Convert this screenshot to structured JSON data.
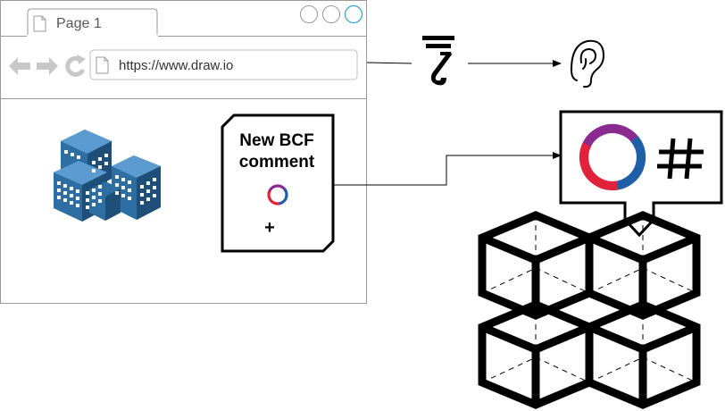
{
  "browser": {
    "tab_title": "Page 1",
    "url": "https://www.draw.io",
    "window_controls": [
      "minimize",
      "maximize",
      "close"
    ],
    "nav_icons": [
      "back-arrow-icon",
      "forward-arrow-icon",
      "refresh-icon",
      "page-icon"
    ]
  },
  "note": {
    "title": "New BCF comment",
    "plus": "+",
    "icon": "bcf-logo-icon"
  },
  "icons": {
    "buildings": "office-buildings-icon",
    "hook": "crane-hook-icon",
    "ear": "ear-icon",
    "bcf_logo": "bcf-logo-icon",
    "hash": "hash-icon",
    "blocks": "ifc-blocks-icon"
  },
  "colors": {
    "building_blue": "#2d6fa3",
    "building_dark": "#1e4f78",
    "logo_purple": "#8b2a8f",
    "logo_red": "#e0233a",
    "logo_blue": "#1f5fa8",
    "stroke": "#000000",
    "browser_border": "#999999"
  }
}
